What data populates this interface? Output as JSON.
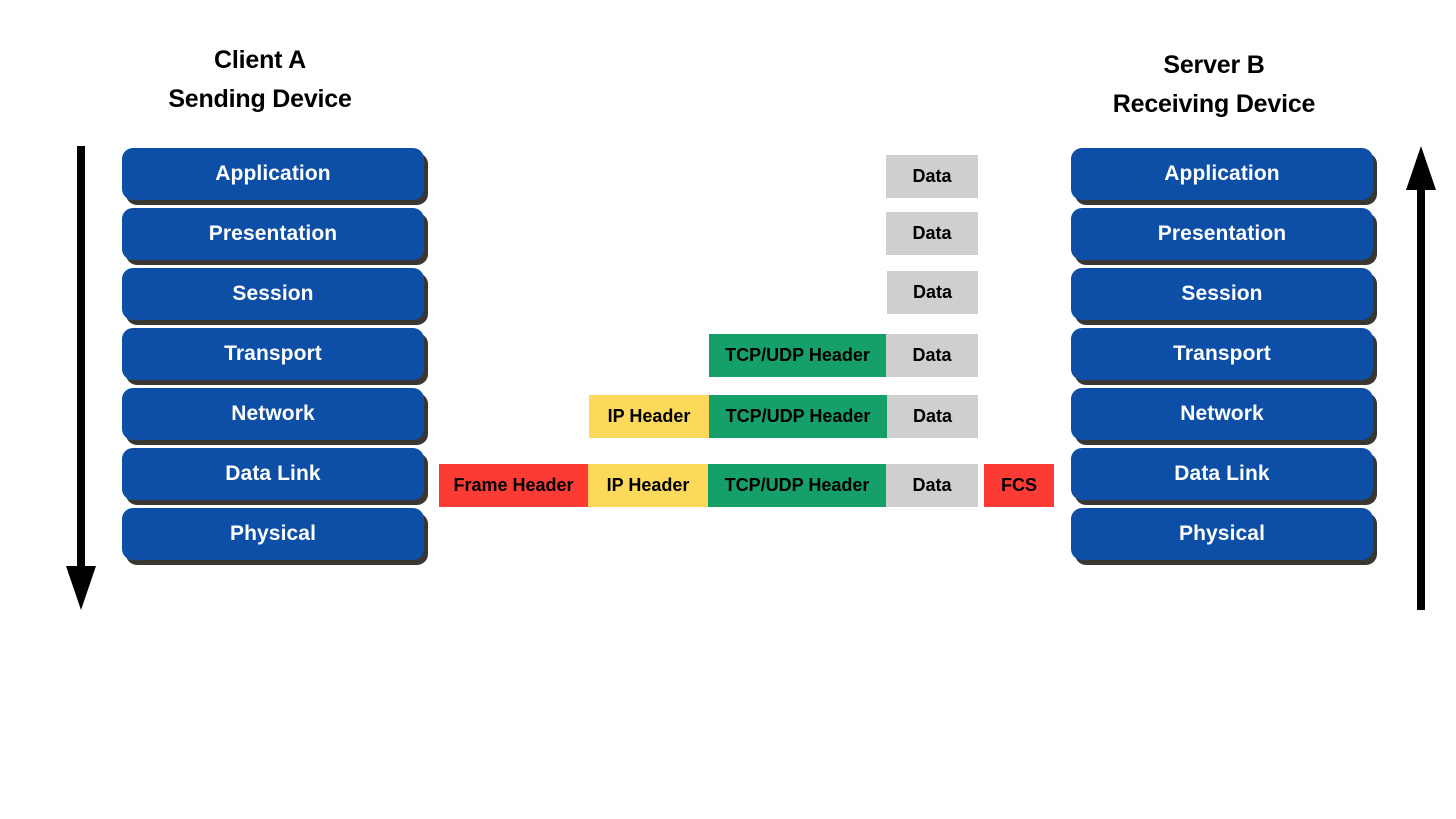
{
  "left_device": {
    "name": "Client A",
    "role": "Sending Device",
    "arrow": "down-arrow-icon"
  },
  "right_device": {
    "name": "Server B",
    "role": "Receiving Device",
    "arrow": "up-arrow-icon"
  },
  "osi_layers": [
    {
      "label": "Application"
    },
    {
      "label": "Presentation"
    },
    {
      "label": "Session"
    },
    {
      "label": "Transport"
    },
    {
      "label": "Network"
    },
    {
      "label": "Data Link"
    },
    {
      "label": "Physical"
    }
  ],
  "colors": {
    "layer_box": "#0d4ea6",
    "layer_shadow": "#3a3733",
    "layer_text": "#ffffff",
    "data": "#cfcfcf",
    "tcp_udp_header": "#15a06a",
    "ip_header": "#fcd95b",
    "frame_header": "#fc3c34",
    "fcs": "#fc3c34",
    "background": "#ffffff",
    "arrow": "#000000"
  },
  "encapsulation_rows": [
    {
      "layer": "Application",
      "segments": [
        {
          "label": "Data",
          "type": "data",
          "width": 92
        }
      ]
    },
    {
      "layer": "Presentation",
      "segments": [
        {
          "label": "Data",
          "type": "data",
          "width": 92
        }
      ]
    },
    {
      "layer": "Session",
      "segments": [
        {
          "label": "Data",
          "type": "data",
          "width": 91
        }
      ]
    },
    {
      "layer": "Transport",
      "segments": [
        {
          "label": "TCP/UDP Header",
          "type": "tcp",
          "width": 177
        },
        {
          "label": "Data",
          "type": "data",
          "width": 92
        }
      ]
    },
    {
      "layer": "Network",
      "segments": [
        {
          "label": "IP Header",
          "type": "ip",
          "width": 120
        },
        {
          "label": "TCP/UDP Header",
          "type": "tcp",
          "width": 178
        },
        {
          "label": "Data",
          "type": "data",
          "width": 91
        }
      ]
    },
    {
      "layer": "Data Link",
      "segments": [
        {
          "label": "Frame Header",
          "type": "frame",
          "width": 149
        },
        {
          "label": "IP Header",
          "type": "ip",
          "width": 120
        },
        {
          "label": "TCP/UDP Header",
          "type": "tcp",
          "width": 178
        },
        {
          "label": "Data",
          "type": "data",
          "width": 92
        },
        {
          "label": "",
          "type": "gap",
          "width": 6
        },
        {
          "label": "FCS",
          "type": "fcs",
          "width": 70
        }
      ]
    }
  ]
}
